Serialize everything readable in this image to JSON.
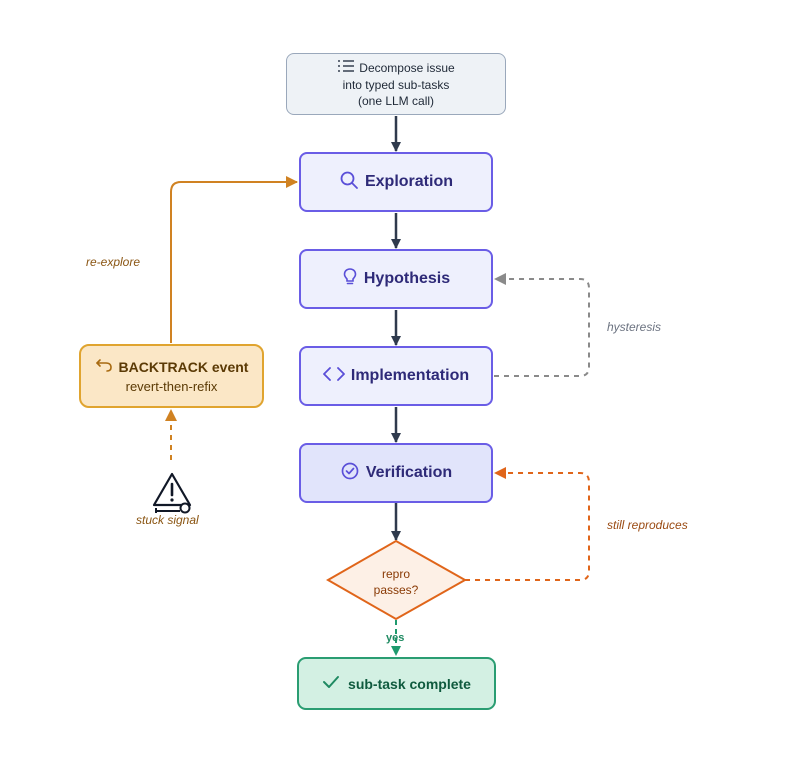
{
  "decompose": {
    "line1": "Decompose issue",
    "line2": "into typed sub-tasks",
    "line3": "(one LLM call)",
    "icon": "list-icon"
  },
  "stages": [
    {
      "label": "Exploration",
      "icon": "search-icon"
    },
    {
      "label": "Hypothesis",
      "icon": "lightbulb-icon"
    },
    {
      "label": "Implementation",
      "icon": "code-icon"
    },
    {
      "label": "Verification",
      "icon": "check-circle-icon"
    }
  ],
  "decision": {
    "line1": "repro",
    "line2": "passes?"
  },
  "complete": {
    "label": "sub-task complete",
    "icon": "checkmark-icon"
  },
  "backtrack": {
    "title": "BACKTRACK event",
    "subtitle": "revert-then-refix",
    "icon": "undo-icon"
  },
  "stuck": {
    "label": "stuck signal",
    "icon": "warning-sensor-icon"
  },
  "edge_labels": {
    "reexplore": "re-explore",
    "hysteresis": "hysteresis",
    "still_reproduces": "still reproduces",
    "yes": "yes"
  },
  "colors": {
    "stage_border": "#6a5de6",
    "backtrack": "#e0a42f",
    "decision": "#e0651a",
    "complete": "#2a9d72",
    "arrow": "#2f3a4d",
    "hysteresis": "#8a8a8a"
  }
}
